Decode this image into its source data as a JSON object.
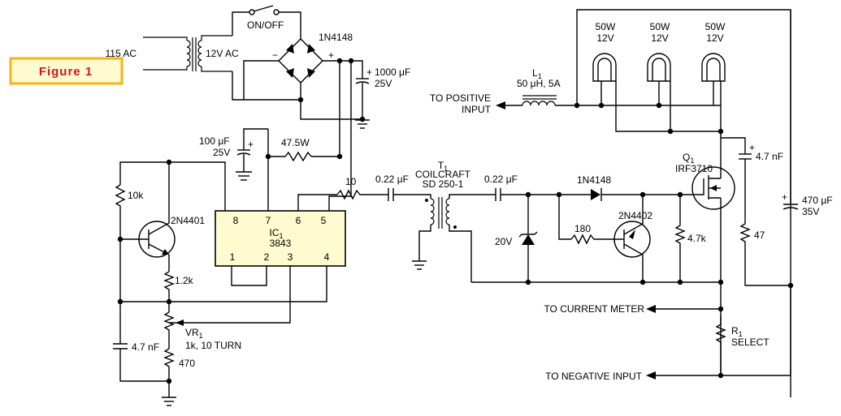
{
  "figure_label": "Figure 1",
  "input": {
    "voltage": "115 AC",
    "transformer_secondary": "12V AC",
    "switch": "ON/OFF",
    "bridge_diode": "1N4148",
    "bridge_minus": "−",
    "bridge_plus": "+",
    "cap_main_plus": "+",
    "cap_main_value": "1000 μF",
    "cap_main_voltage": "25V"
  },
  "control": {
    "cap_100_plus": "+",
    "cap_100_value": "100 μF",
    "cap_100_voltage": "25V",
    "res_47_5": "47.5W",
    "res_10k": "10k",
    "transistor_2n4401": "2N4401",
    "res_1_2k": "1.2k",
    "vr1_name": "VR",
    "vr1_sub": "1",
    "vr1_value": "1k, 10 TURN",
    "cap_4_7nf_bottom": "4.7 nF",
    "res_470": "470",
    "ic_name": "IC",
    "ic_sub": "1",
    "ic_part": "3843",
    "ic_pin8": "8",
    "ic_pin7": "7",
    "ic_pin6": "6",
    "ic_pin5": "5",
    "ic_pin1": "1",
    "ic_pin2": "2",
    "ic_pin3": "3",
    "ic_pin4": "4"
  },
  "driver": {
    "res_10": "10",
    "cap_022_a": "0.22 μF",
    "t1_name": "T",
    "t1_sub": "1",
    "t1_make": "COILCRAFT",
    "t1_part": "SD 250-1",
    "cap_022_b": "0.22 μF",
    "diode_1n4148": "1N4148",
    "transistor_2n4402": "2N4402",
    "res_180": "180",
    "zener": "20V",
    "res_4_7k": "4.7k"
  },
  "power": {
    "inductor_name": "L",
    "inductor_sub": "1",
    "inductor_value": "50 μH, 5A",
    "to_positive_line1": "TO POSITIVE",
    "to_positive_line2": "INPUT",
    "lamps": [
      {
        "watts": "50W",
        "volts": "12V"
      },
      {
        "watts": "50W",
        "volts": "12V"
      },
      {
        "watts": "50W",
        "volts": "12V"
      }
    ],
    "q1_name": "Q",
    "q1_sub": "1",
    "q1_part": "IRF3710",
    "cap_4_7nf_plus": "+",
    "cap_4_7nf": "4.7 nF",
    "res_47": "47",
    "cap_470_plus": "+",
    "cap_470_value": "470 μF",
    "cap_470_voltage": "35V",
    "r1_name": "R",
    "r1_sub": "1",
    "r1_select": "SELECT",
    "to_current_meter": "TO CURRENT METER",
    "to_negative_input": "TO NEGATIVE INPUT"
  }
}
